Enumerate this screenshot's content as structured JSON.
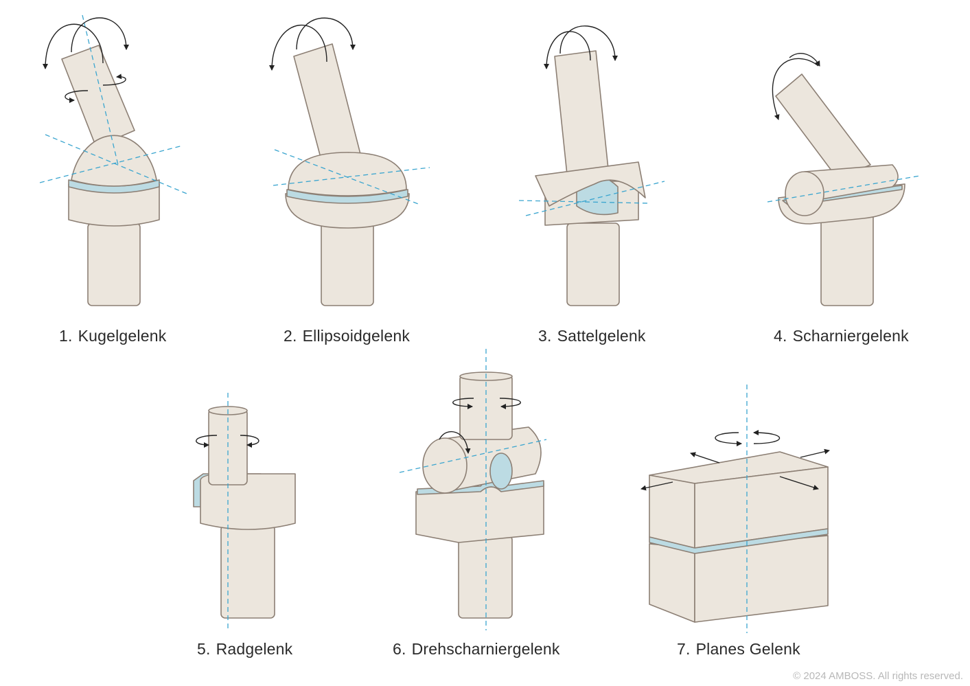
{
  "joints": [
    {
      "number": "1.",
      "name": "Kugelgelenk"
    },
    {
      "number": "2.",
      "name": "Ellipsoidgelenk"
    },
    {
      "number": "3.",
      "name": "Sattelgelenk"
    },
    {
      "number": "4.",
      "name": "Scharniergelenk"
    },
    {
      "number": "5.",
      "name": "Radgelenk"
    },
    {
      "number": "6.",
      "name": "Drehscharniergelenk"
    },
    {
      "number": "7.",
      "name": "Planes Gelenk"
    }
  ],
  "copyright": "© 2024 AMBOSS. All rights reserved.",
  "colors": {
    "bone_fill": "#ece6dd",
    "bone_shade": "#ddd4c8",
    "outline": "#8c7f74",
    "cartilage": "#bcdbe3",
    "axis": "#3aa5cf",
    "arrow": "#222222"
  }
}
